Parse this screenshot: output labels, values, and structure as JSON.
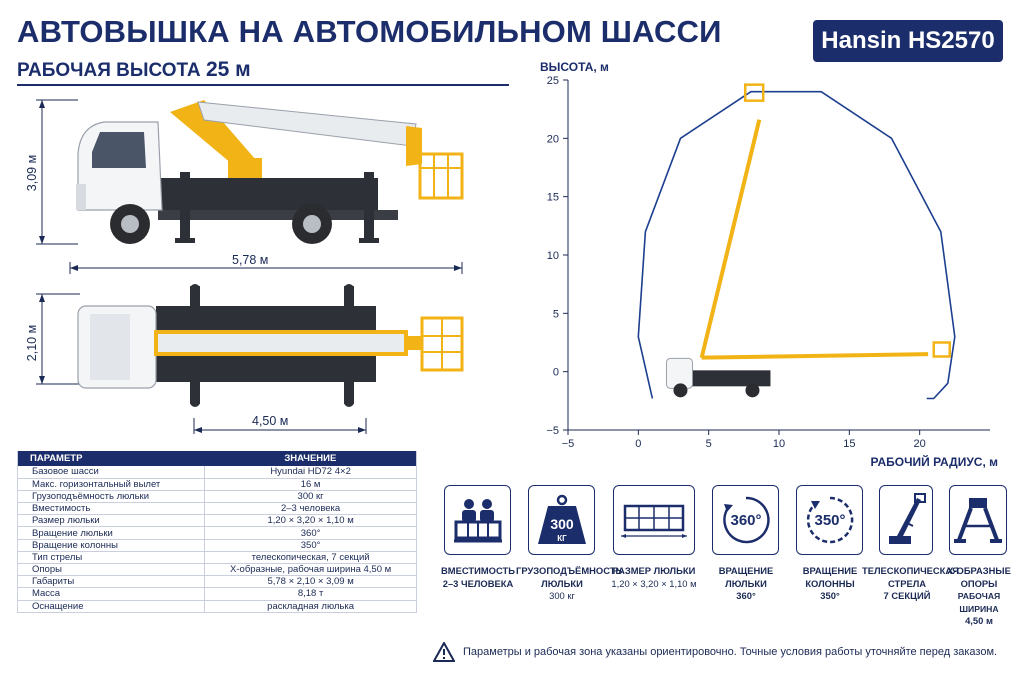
{
  "header": {
    "title": "АВТОВЫШКА НА АВТОМОБИЛЬНОМ ШАССИ",
    "subtitle_prefix": "РАБОЧАЯ ВЫСОТА",
    "subtitle_value": "25 м",
    "model_badge": "Hansin HS2570"
  },
  "dimensions": {
    "side_height": "3,09 м",
    "side_length": "5,78 м",
    "top_width": "2,10 м",
    "outrigger_span": "4,50 м"
  },
  "spec_table": {
    "col_param": "ПАРАМЕТР",
    "col_value": "ЗНАЧЕНИЕ",
    "rows": [
      {
        "param": "Базовое шасси",
        "value": "Hyundai HD72 4×2"
      },
      {
        "param": "Макс. горизонтальный вылет",
        "value": "16 м"
      },
      {
        "param": "Грузоподъёмность люльки",
        "value": "300 кг"
      },
      {
        "param": "Вместимость",
        "value": "2–3 человека"
      },
      {
        "param": "Размер люльки",
        "value": "1,20 × 3,20 × 1,10 м"
      },
      {
        "param": "Вращение люльки",
        "value": "360°"
      },
      {
        "param": "Вращение колонны",
        "value": "350°"
      },
      {
        "param": "Тип стрелы",
        "value": "телескопическая, 7 секций"
      },
      {
        "param": "Опоры",
        "value": "X-образные, рабочая ширина 4,50 м"
      },
      {
        "param": "Габариты",
        "value": "5,78 × 2,10 × 3,09 м"
      },
      {
        "param": "Масса",
        "value": "8,18 т"
      },
      {
        "param": "Оснащение",
        "value": "раскладная люлька"
      }
    ]
  },
  "chart_data": {
    "type": "line",
    "title": "",
    "xlabel": "РАБОЧИЙ РАДИУС, м",
    "ylabel": "ВЫСОТА, м",
    "xlim": [
      -5,
      25
    ],
    "ylim": [
      -5,
      25
    ],
    "x_ticks": [
      -5,
      0,
      5,
      10,
      15,
      20
    ],
    "y_ticks": [
      -5,
      0,
      5,
      10,
      15,
      20,
      25
    ],
    "grid": false,
    "series": [
      {
        "values_x": [
          1,
          0,
          0.5,
          3,
          8,
          13,
          18,
          21.5,
          22.5,
          22,
          21,
          20.5
        ],
        "values_y": [
          -2.3,
          3,
          12,
          20,
          24,
          24,
          20,
          12,
          3,
          -1,
          -2.3,
          -2.3
        ]
      }
    ]
  },
  "features": [
    {
      "icon": "people-icon",
      "lines": [
        "ВМЕСТИМОСТЬ",
        "2–3 ЧЕЛОВЕКА"
      ]
    },
    {
      "icon": "weight-icon",
      "icon_text": "300",
      "icon_sub": "КГ",
      "lines": [
        "ГРУЗОПОДЪЁМНОСТЬ",
        "ЛЮЛЬКИ",
        "300 кг"
      ]
    },
    {
      "icon": "basket-icon",
      "lines": [
        "РАЗМЕР ЛЮЛЬКИ",
        "1,20 × 3,20 × 1,10 м"
      ]
    },
    {
      "icon": "rotate-basket-icon",
      "icon_text": "360°",
      "lines": [
        "ВРАЩЕНИЕ",
        "ЛЮЛЬКИ",
        "360°"
      ]
    },
    {
      "icon": "rotate-column-icon",
      "icon_text": "350°",
      "lines": [
        "ВРАЩЕНИЕ",
        "КОЛОННЫ",
        "350°"
      ]
    },
    {
      "icon": "telescopic-boom-icon",
      "lines": [
        "ТЕЛЕСКОПИЧЕСКАЯ",
        "СТРЕЛА",
        "7 СЕКЦИЙ"
      ]
    },
    {
      "icon": "outriggers-icon",
      "lines": [
        "X-ОБРАЗНЫЕ",
        "ОПОРЫ",
        "РАБОЧАЯ ШИРИНА",
        "4,50 м"
      ]
    }
  ],
  "note": "Параметры и рабочая зона указаны ориентировочно. Точные условия работы уточняйте перед заказом.",
  "colors": {
    "navy": "#1c2d6b",
    "boom_yellow": "#f2b316",
    "chassis_dark": "#2d3036"
  }
}
